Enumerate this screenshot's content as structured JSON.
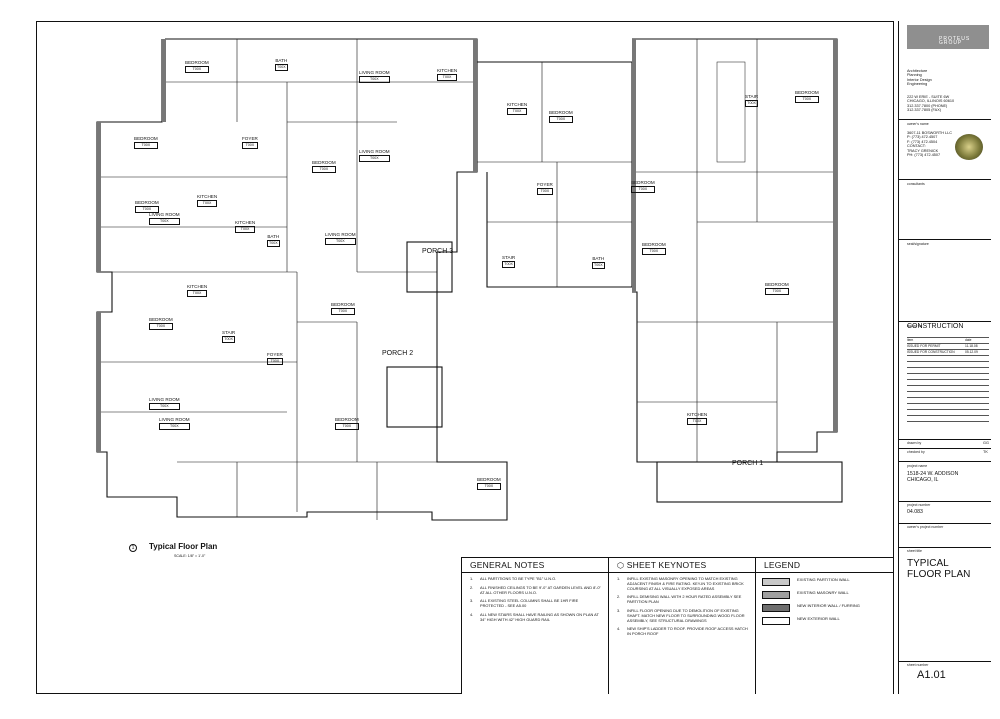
{
  "plan": {
    "title": "Typical Floor Plan",
    "scale": "SCALE: 1/8\" = 1'-0\"",
    "callout_number": "1",
    "porches": [
      "PORCH 3",
      "PORCH 2",
      "PORCH 1"
    ],
    "rooms": [
      {
        "name": "BEDROOM",
        "num": "T00X"
      },
      {
        "name": "BATH",
        "num": "T00X"
      },
      {
        "name": "LIVING ROOM",
        "num": "T00X"
      },
      {
        "name": "KITCHEN",
        "num": "T00X"
      },
      {
        "name": "BEDROOM",
        "num": "T00X"
      },
      {
        "name": "FOYER",
        "num": "T00X"
      },
      {
        "name": "LIVING ROOM",
        "num": "T00X"
      },
      {
        "name": "KITCHEN",
        "num": "T00X"
      },
      {
        "name": "BEDROOM",
        "num": "T00X"
      },
      {
        "name": "LIVING ROOM",
        "num": "T00X"
      },
      {
        "name": "KITCHEN",
        "num": "T00X"
      },
      {
        "name": "BEDROOM",
        "num": "T00X"
      },
      {
        "name": "BATH",
        "num": "T00X"
      },
      {
        "name": "LIVING ROOM",
        "num": "T00X"
      },
      {
        "name": "BEDROOM",
        "num": "T00X"
      },
      {
        "name": "STAIR",
        "num": "T00X"
      },
      {
        "name": "FOYER",
        "num": "T00X"
      },
      {
        "name": "BEDROOM",
        "num": "T00X"
      },
      {
        "name": "LIVING ROOM",
        "num": "T00X"
      },
      {
        "name": "LIVING ROOM",
        "num": "T00X"
      },
      {
        "name": "KITCHEN",
        "num": "T00X"
      },
      {
        "name": "BEDROOM",
        "num": "T00X"
      },
      {
        "name": "BEDROOM",
        "num": "T00X"
      },
      {
        "name": "KITCHEN",
        "num": "T00X"
      },
      {
        "name": "BEDROOM",
        "num": "T00X"
      },
      {
        "name": "BEDROOM",
        "num": "T00X"
      },
      {
        "name": "BATH",
        "num": "T00X"
      },
      {
        "name": "STAIR",
        "num": "T00X"
      },
      {
        "name": "FOYER",
        "num": "T00X"
      },
      {
        "name": "BEDROOM",
        "num": "T00X"
      },
      {
        "name": "KITCHEN",
        "num": "T00X"
      },
      {
        "name": "BEDROOM",
        "num": "T00X"
      },
      {
        "name": "STAIR",
        "num": "T00X"
      },
      {
        "name": "BEDROOM",
        "num": "T00X"
      }
    ]
  },
  "general_notes": {
    "heading": "GENERAL NOTES",
    "items": [
      {
        "n": "1.",
        "t": "ALL PARTITIONS TO BE TYPE \"B1\" U.N.O."
      },
      {
        "n": "2.",
        "t": "ALL FINISHED CEILINGS TO BE 9'-0\" AT GARDEN LEVEL AND 8'-0\" AT ALL OTHER FLOORS U.N.O."
      },
      {
        "n": "3.",
        "t": "ALL EXISTING STEEL COLUMNS SHALL BE 1HR FIRE PROTECTED - SEE A5.00"
      },
      {
        "n": "4.",
        "t": "ALL NEW STAIRS SHALL HAVE RAILING AS SHOWN ON PLAN AT 34\" HIGH WITH 42\" HIGH GUARD RAIL"
      }
    ]
  },
  "keynotes": {
    "heading": "SHEET KEYNOTES",
    "items": [
      {
        "n": "1.",
        "t": "INFILL EXISTING MASONRY OPENING TO MATCH EXISTING ADJACENT FINISH & FIRE RATING. KEY-IN TO EXISTING BRICK COURSING AT ALL VISUALLY EXPOSED AREAS"
      },
      {
        "n": "2.",
        "t": "INFILL DEMISING WALL WITH 2 HOUR RATED ASSEMBLY SEE PARTITION PLAN"
      },
      {
        "n": "3.",
        "t": "INFILL FLOOR OPENING DUE TO DEMOLITION OF EXISTING SHAFT. MATCH NEW FLOOR TO SURROUNDING WOOD FLOOR ASSEMBLY, SEE STRUCTURAL DRAWINGS"
      },
      {
        "n": "4.",
        "t": "NEW SHIP'S LADDER TO ROOF. PROVIDE ROOF ACCESS HATCH IN PORCH ROOF"
      }
    ]
  },
  "legend": {
    "heading": "LEGEND",
    "items": [
      {
        "t": "EXISTING PARTITION WALL",
        "fill": "#c8c8c8"
      },
      {
        "t": "EXISTING MASONRY WALL",
        "fill": "#a0a0a0"
      },
      {
        "t": "NEW INTERIOR WALL / FURRING",
        "fill": "#6e6e6e"
      },
      {
        "t": "NEW EXTERIOR WALL",
        "fill": "#ffffff"
      }
    ]
  },
  "title_block": {
    "firm": "PROTEUS GROUP",
    "services": [
      "Architecture",
      "Planning",
      "Interior Design",
      "Engineering"
    ],
    "address": [
      "222 W ERIE - SUITE 6W",
      "CHICAGO, ILLINOIS 60610",
      "312.337.7800 (PHONE)",
      "312.337.7805 (FAX)"
    ],
    "owner_label": "owner's name",
    "owner": [
      "3607-11 BOSWORTH LLC",
      "P: (773) 472.4507",
      "F: (773) 472.4504",
      "CONTACT:",
      "TRACY GRENICK",
      "PH: (773) 472.4507"
    ],
    "consultants_label": "consultants",
    "seal_label": "seal/signature",
    "issued_label": "issued for",
    "issued_for": "CONSTRUCTION",
    "rev_header": {
      "item": "item",
      "date": "date"
    },
    "revisions": [
      {
        "item": "ISSUED FOR PERMIT",
        "date": "11.18.08"
      },
      {
        "item": "ISSUED FOR CONSTRUCTION",
        "date": "05.12.09"
      }
    ],
    "drawn_label": "drawn by",
    "drawn_by": "GG",
    "checked_label": "checked by",
    "checked_by": "TK",
    "project_label": "project name",
    "project": "1518-24 W. ADDISON",
    "city": "CHICAGO, IL",
    "project_num_label": "project number",
    "project_num": "04.083",
    "owner_proj_label": "owner's project number",
    "sheet_title_label": "sheet title",
    "sheet_title": [
      "TYPICAL",
      "FLOOR PLAN"
    ],
    "sheet_number_label": "sheet number",
    "sheet_number": "A1.01"
  }
}
